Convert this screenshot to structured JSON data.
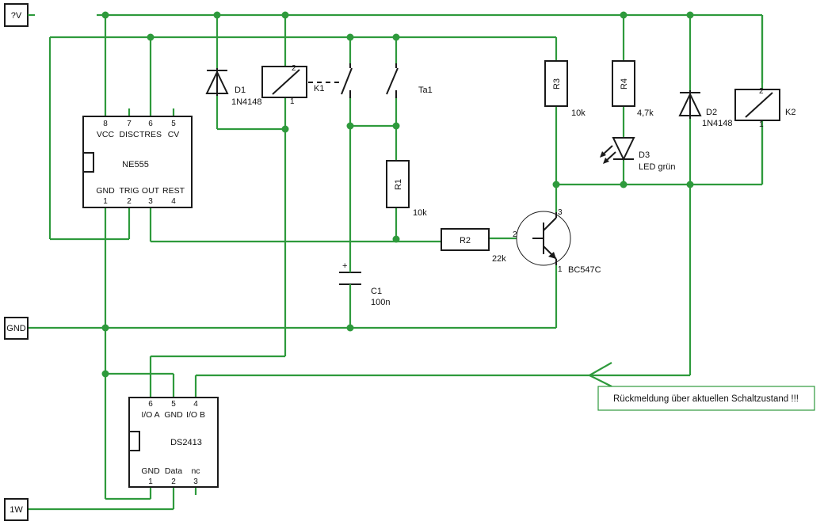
{
  "terminals": {
    "vplus": "?V",
    "gnd": "GND",
    "onewire": "1W"
  },
  "ne555": {
    "name": "NE555",
    "pins_top": [
      {
        "num": "8",
        "label": "VCC"
      },
      {
        "num": "7",
        "label": "DISC"
      },
      {
        "num": "6",
        "label": "TRES"
      },
      {
        "num": "5",
        "label": "CV"
      }
    ],
    "pins_bottom": [
      {
        "num": "1",
        "label": "GND"
      },
      {
        "num": "2",
        "label": "TRIG"
      },
      {
        "num": "3",
        "label": "OUT"
      },
      {
        "num": "4",
        "label": "REST"
      }
    ]
  },
  "ds2413": {
    "name": "DS2413",
    "pins_top": [
      {
        "num": "6",
        "label": "I/O A"
      },
      {
        "num": "5",
        "label": "GND"
      },
      {
        "num": "4",
        "label": "I/O B"
      }
    ],
    "pins_bottom": [
      {
        "num": "1",
        "label": "GND"
      },
      {
        "num": "2",
        "label": "Data"
      },
      {
        "num": "3",
        "label": "nc"
      }
    ]
  },
  "d1": {
    "name": "D1",
    "value": "1N4148"
  },
  "k1": {
    "name": "K1",
    "pin_top": "2",
    "pin_bottom": "1"
  },
  "ta1": {
    "name": "Ta1"
  },
  "r1": {
    "name": "R1",
    "value": "10k"
  },
  "r2": {
    "name": "R2",
    "value": "22k"
  },
  "r3": {
    "name": "R3",
    "value": "10k"
  },
  "r4": {
    "name": "R4",
    "value": "4,7k"
  },
  "c1": {
    "name": "C1",
    "value": "100n",
    "polarity": "+"
  },
  "q1": {
    "name": "BC547C",
    "pin_base": "2",
    "pin_collector": "3",
    "pin_emitter": "1"
  },
  "d3": {
    "name": "D3",
    "value": "LED grün"
  },
  "d2": {
    "name": "D2",
    "value": "1N4148"
  },
  "k2": {
    "name": "K2",
    "pin_top": "2",
    "pin_bottom": "1"
  },
  "note": "Rückmeldung über aktuellen Schaltzustand !!!",
  "colors": {
    "wire": "#2e9a3c",
    "component": "#1a1a1a",
    "note_border": "#2e9a3c"
  }
}
